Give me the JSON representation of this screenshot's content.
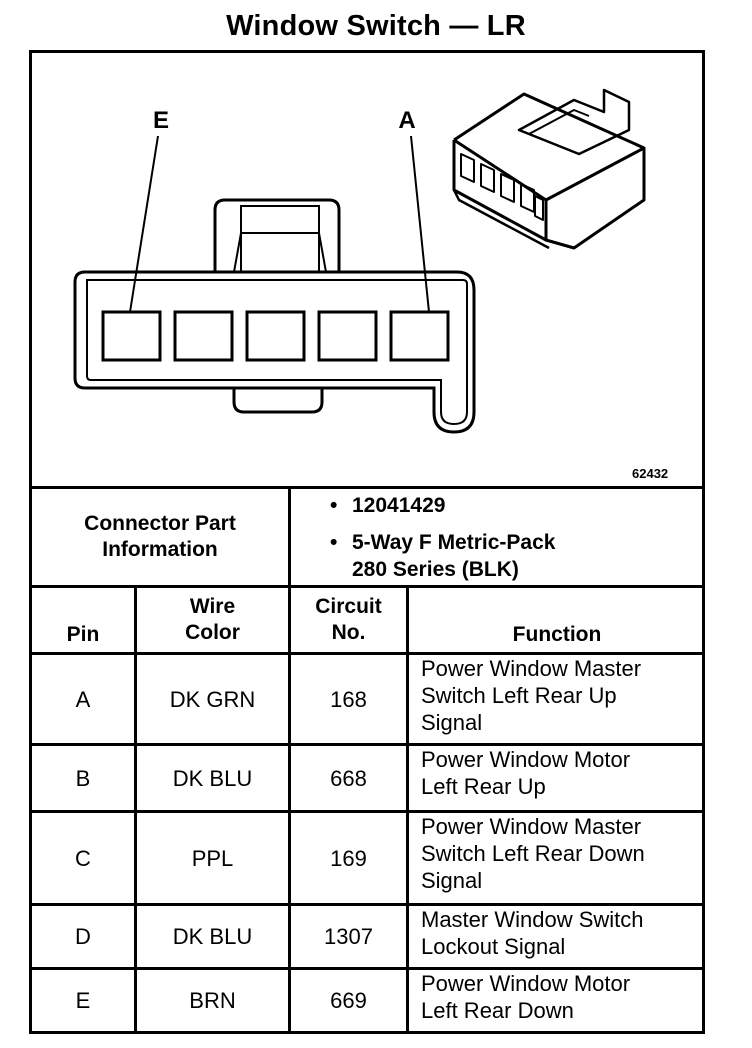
{
  "title": "Window Switch — LR",
  "figure_id": "62432",
  "callouts": {
    "left": "E",
    "right": "A"
  },
  "connector": {
    "label": "Connector Part Information",
    "label_line1": "Connector Part",
    "label_line2": "Information",
    "items": [
      {
        "line1": "12041429"
      },
      {
        "line1": "5-Way F Metric-Pack",
        "line2": "280 Series (BLK)"
      }
    ],
    "bullet": "•"
  },
  "headers": {
    "pin": "Pin",
    "wire_color_1": "Wire",
    "wire_color_2": "Color",
    "circuit_1": "Circuit",
    "circuit_2": "No.",
    "function": "Function"
  },
  "rows": [
    {
      "pin": "A",
      "color": "DK GRN",
      "circuit": "168",
      "function": [
        "Power Window Master",
        "Switch Left Rear Up",
        "Signal"
      ]
    },
    {
      "pin": "B",
      "color": "DK BLU",
      "circuit": "668",
      "function": [
        "Power Window Motor",
        "Left Rear Up"
      ]
    },
    {
      "pin": "C",
      "color": "PPL",
      "circuit": "169",
      "function": [
        "Power Window Master",
        "Switch Left Rear Down",
        "Signal"
      ]
    },
    {
      "pin": "D",
      "color": "DK BLU",
      "circuit": "1307",
      "function": [
        "Master Window Switch",
        "Lockout Signal"
      ]
    },
    {
      "pin": "E",
      "color": "BRN",
      "circuit": "669",
      "function": [
        "Power Window Motor",
        "Left Rear Down"
      ]
    }
  ]
}
